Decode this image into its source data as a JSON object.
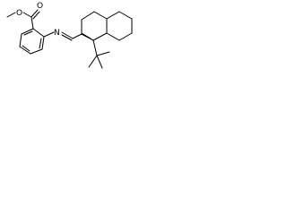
{
  "molecule": {
    "atoms": {
      "ester_carbonyl_oxygen": "O",
      "ester_ether_oxygen": "O",
      "imine_nitrogen": "N"
    }
  }
}
